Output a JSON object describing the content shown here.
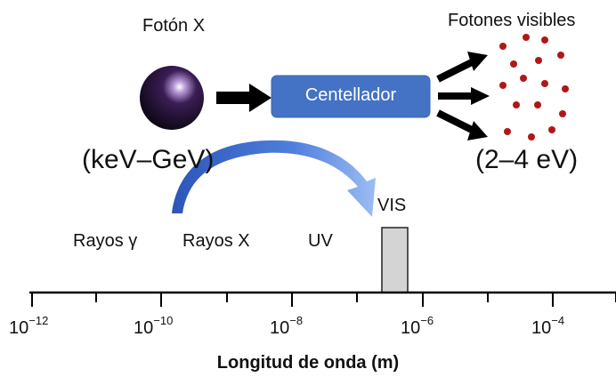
{
  "photon_x": {
    "label": "Fotón X",
    "energy": "(keV–GeV)"
  },
  "scintillator": {
    "label": "Centellador",
    "color": "#4472c4"
  },
  "visible_photons": {
    "label": "Fotones visibles",
    "energy": "(2–4 eV)",
    "dot_color": "#b01818"
  },
  "regions": [
    {
      "label": "Rayos γ"
    },
    {
      "label": "Rayos X"
    },
    {
      "label": "UV"
    },
    {
      "label": "VIS"
    }
  ],
  "axis": {
    "title": "Longitud de onda (m)",
    "base": "10",
    "ticks": [
      {
        "exp": "−12"
      },
      {
        "exp": "−10"
      },
      {
        "exp": "−8"
      },
      {
        "exp": "−6"
      },
      {
        "exp": "−4"
      }
    ]
  },
  "colors": {
    "arrow_blue": "#3f6fd1",
    "vis_band": "#d4d4d4"
  }
}
